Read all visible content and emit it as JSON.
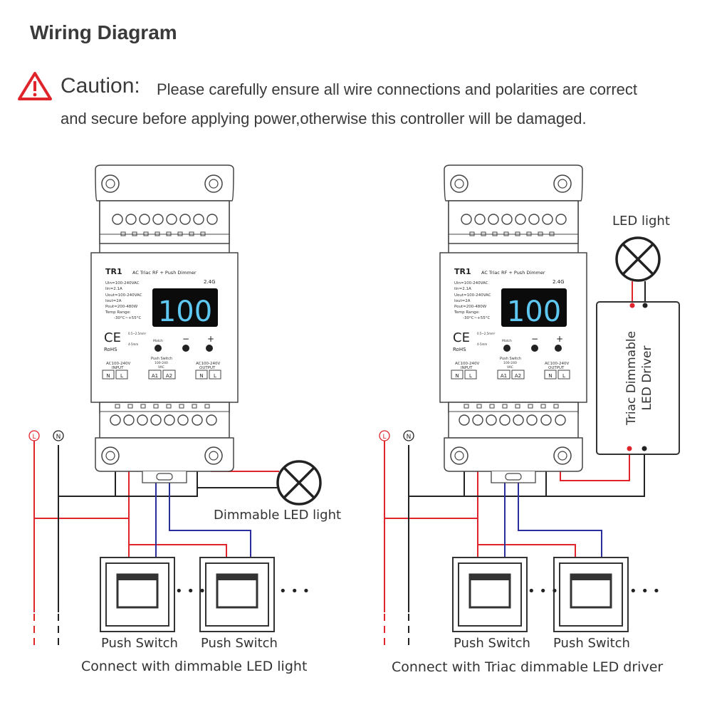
{
  "title": "Wiring Diagram",
  "caution": {
    "icon": "warning-triangle-icon",
    "word": "Caution:",
    "line1": "Please carefully ensure all wire connections and polarities are correct",
    "line2": "and secure before applying power,otherwise this controller will be damaged."
  },
  "device": {
    "model": "TR1",
    "name": "AC Triac RF + Push Dimmer",
    "uin": "Uin=100-240VAC",
    "iin": "Iin=2.1A",
    "uout": "Uout=100-240VAC",
    "iout": "Iout=2A",
    "pout": "Pout=200-480W",
    "temp_label": "Temp Range:",
    "temp_value": "-30°C~+55°C",
    "rf": "2.4G",
    "display": "100",
    "ce": "CE",
    "rohs": "RoHS",
    "wire_spec": "0.5~2.5mm²",
    "strip": "4-5mm",
    "match": "Match",
    "minus": "−",
    "plus": "+",
    "input_label": "AC100-240V",
    "input_sub": "INPUT",
    "push_label": "Push Switch",
    "push_sub": "100-240",
    "push_sub2": "VAC",
    "output_label": "AC100-240V",
    "output_sub": "OUTPUT",
    "term_n": "N",
    "term_l": "L",
    "term_a1": "A1",
    "term_a2": "A2"
  },
  "power": {
    "l": "L",
    "n": "N"
  },
  "left": {
    "load_label": "Dimmable LED light",
    "switch1": "Push Switch",
    "switch2": "Push Switch",
    "dots": "• • •",
    "caption": "Connect with dimmable LED light"
  },
  "right": {
    "load_label": "LED light",
    "driver_line1": "Triac Dimmable",
    "driver_line2": "LED Driver",
    "switch1": "Push Switch",
    "switch2": "Push Switch",
    "dots": "• • •",
    "caption": "Connect with Triac dimmable LED driver"
  },
  "colors": {
    "red": "#e0242b",
    "blue": "#2b2f9c",
    "black": "#222222"
  }
}
